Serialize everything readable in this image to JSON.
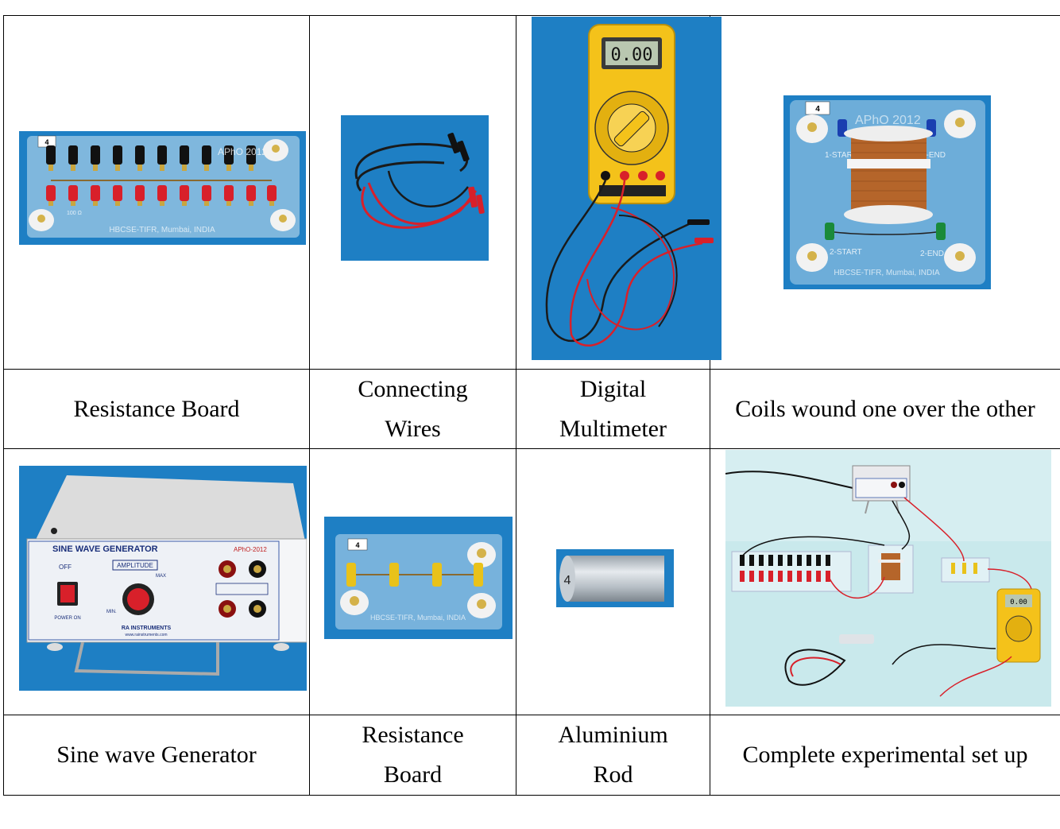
{
  "captions": {
    "row1": [
      "Resistance Board",
      "Connecting Wires",
      "Digital Multimeter",
      "Coils wound one over the other"
    ],
    "row2": [
      "Sine wave Generator",
      "Resistance Board",
      "Aluminium Rod",
      "Complete experimental set up"
    ]
  },
  "photo_text": {
    "board_number": "4",
    "apho": "APhO 2012",
    "apho_small": "APhO-2012",
    "hbcse": "HBCSE-TIFR, Mumbai, INDIA",
    "resistor_label": "100 Ω",
    "multimeter_display": "0.00",
    "coil_labels": [
      "1-START",
      "1-END",
      "2-START",
      "2-END"
    ],
    "generator_title": "SINE WAVE GENERATOR",
    "generator_amplitude": "AMPLITUDE",
    "generator_off": "OFF",
    "generator_power_on": "POWER ON",
    "generator_min": "MIN.",
    "generator_max": "MAX",
    "generator_brand": "RA INSTRUMENTS",
    "generator_url": "www.rainstruments.com"
  },
  "colors": {
    "photo_bg": "#1e7fc4",
    "multimeter_yellow": "#f4c21a",
    "wire_red": "#d8202a",
    "wire_black": "#1a1a1a",
    "copper": "#b5652a",
    "bench": "#c9e9ec"
  }
}
